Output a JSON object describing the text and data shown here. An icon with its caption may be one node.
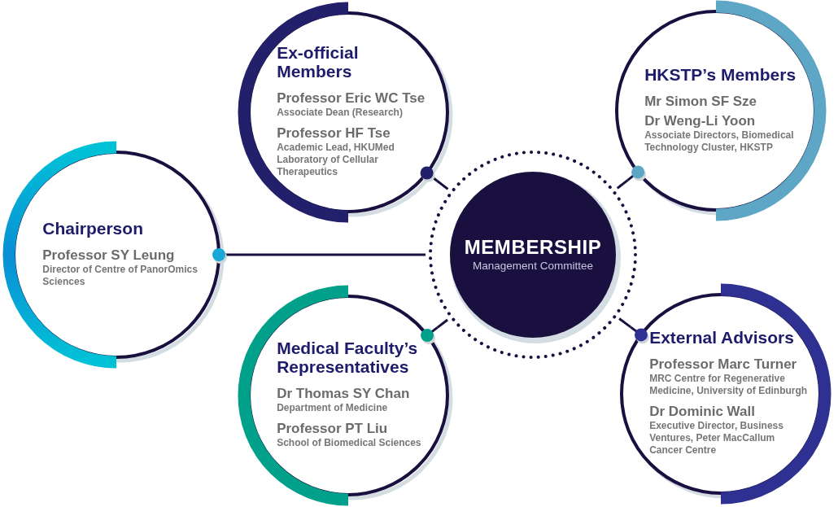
{
  "diagram": {
    "nodes": [
      {
        "text": [
          "Ex-official Members",
          "Professor Eric WC Tse",
          "Associate Dean (Research)",
          "Professor HF Tse",
          "Academic Lead, HKUMed Laboratory of Cellular Therapeutics"
        ]
      },
      {
        "text": [
          "HKSTP’s Members",
          "Mr Simon SF Sze",
          "Dr Weng-Li Yoon",
          "Associate Directors, Biomedical Technology Cluster, HKSTP"
        ]
      },
      {
        "text": [
          "Chairperson",
          "Professor SY Leung",
          "Director of Centre of PanorOmics Sciences"
        ]
      },
      {
        "text": [
          "MEMBERSHIP",
          "Management Committee"
        ]
      },
      {
        "text": [
          "Medical Faculty’s Representatives",
          "Dr Thomas SY Chan",
          "Department of Medicine",
          "Professor PT Liu",
          "School of Biomedical Sciences"
        ]
      },
      {
        "text": [
          "External Advisors",
          "Professor Marc Turner",
          "MRC Centre for Regenerative Medicine, University of Edinburgh",
          "Dr Dominic Wall",
          "Executive Director, Business Ventures, Peter MacCallum Cancer Centre"
        ]
      }
    ],
    "edges": [
      {
        "from": 2,
        "to": 3,
        "arrow": "none"
      },
      {
        "from": 0,
        "to": 3,
        "arrow": "none"
      },
      {
        "from": 1,
        "to": 3,
        "arrow": "none"
      },
      {
        "from": 4,
        "to": 3,
        "arrow": "none"
      },
      {
        "from": 5,
        "to": 3,
        "arrow": "none"
      }
    ]
  }
}
